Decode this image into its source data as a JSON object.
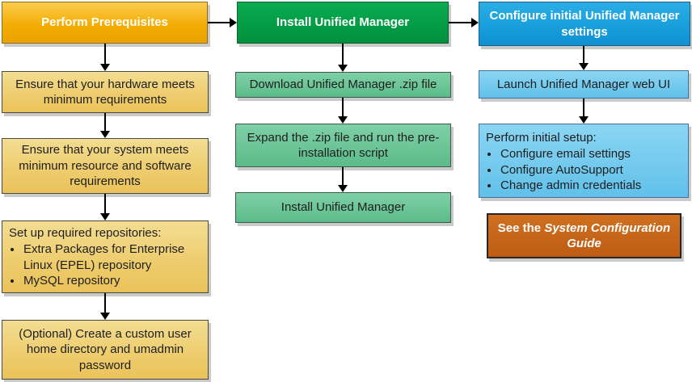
{
  "diagram": {
    "columns": [
      {
        "id": "prerequisites",
        "header": "Perform Prerequisites",
        "steps": [
          {
            "text": "Ensure that your hardware meets minimum requirements"
          },
          {
            "text": "Ensure that your system meets minimum resource and software requirements"
          },
          {
            "intro": "Set up required repositories:",
            "bullets": [
              "Extra Packages for Enterprise Linux (EPEL) repository",
              "MySQL repository"
            ]
          },
          {
            "text": "(Optional) Create a custom user home directory and umadmin password"
          }
        ]
      },
      {
        "id": "install",
        "header": "Install Unified Manager",
        "steps": [
          {
            "text": "Download Unified Manager .zip file"
          },
          {
            "text": "Expand the .zip file and run the pre-installation script"
          },
          {
            "text": "Install Unified Manager"
          }
        ]
      },
      {
        "id": "configure",
        "header": "Configure initial Unified Manager settings",
        "steps": [
          {
            "text": "Launch Unified Manager web UI"
          },
          {
            "intro": "Perform initial setup:",
            "bullets": [
              "Configure email settings",
              "Configure AutoSupport",
              "Change admin credentials"
            ]
          }
        ],
        "note": {
          "prefix": "See the",
          "title": "System Configuration Guide"
        }
      }
    ],
    "colors": {
      "header_yellow": "#F3AE05",
      "header_green": "#049C46",
      "header_blue": "#189FDB",
      "step_yellow": "#EECD6F",
      "step_green": "#6CC597",
      "step_blue": "#74CAEE",
      "step_blue_border": "#41719C",
      "note_orange": "#C6651A",
      "arrow": "#000000",
      "shadow": "#CACACA",
      "header_text": "#FFFFFF",
      "body_text": "#1E1E1E"
    }
  }
}
